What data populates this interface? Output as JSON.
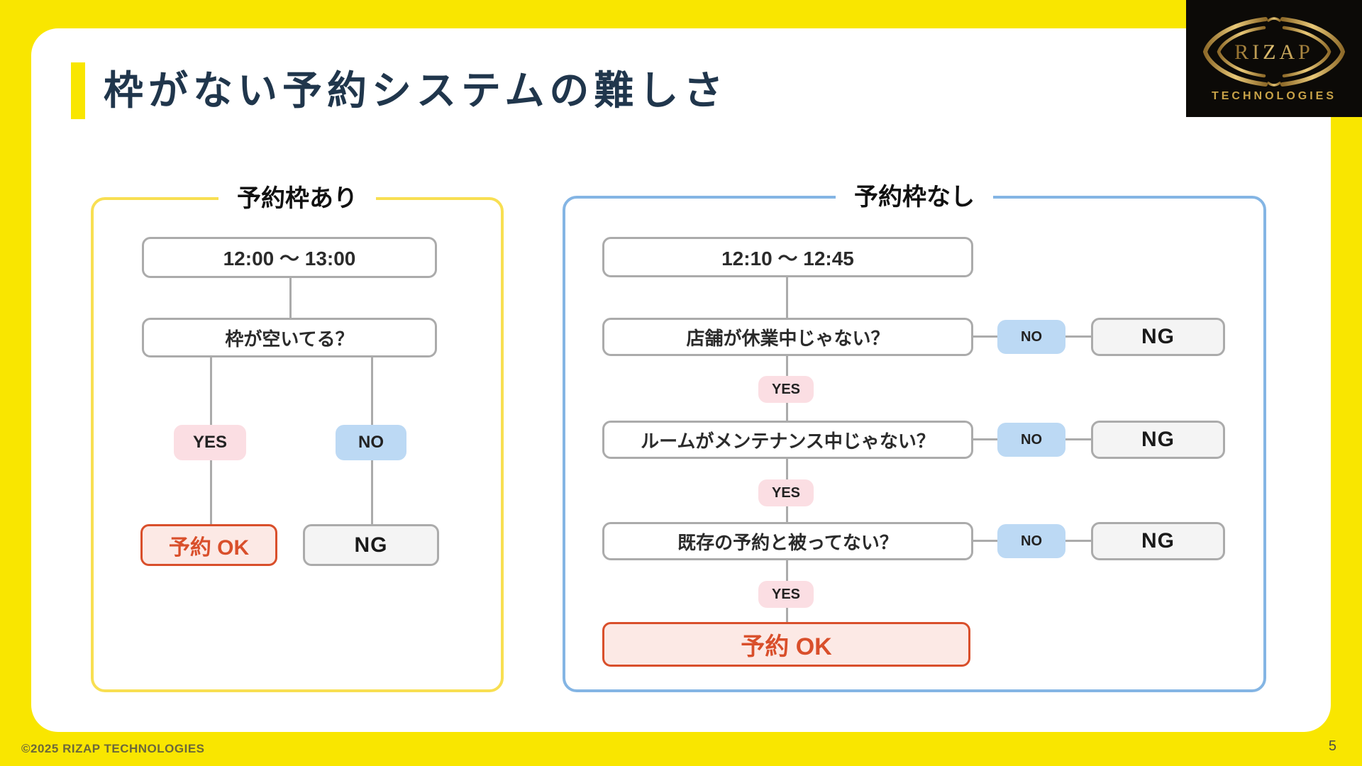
{
  "header": {
    "title": "枠がない予約システムの難しさ"
  },
  "logo": {
    "brand": "RIZAP",
    "sub": "TECHNOLOGIES"
  },
  "left_panel": {
    "title": "予約枠あり",
    "time": "12:00 〜 13:00",
    "question": "枠が空いてる？",
    "yes": "YES",
    "no": "NO",
    "ok": "予約 OK",
    "ng": "NG"
  },
  "right_panel": {
    "title": "予約枠なし",
    "time": "12:10 〜 12:45",
    "rows": [
      {
        "question": "店舗が休業中じゃない？",
        "no": "NO",
        "ng": "NG",
        "yes": "YES"
      },
      {
        "question": "ルームがメンテナンス中じゃない？",
        "no": "NO",
        "ng": "NG",
        "yes": "YES"
      },
      {
        "question": "既存の予約と被ってない？",
        "no": "NO",
        "ng": "NG",
        "yes": "YES"
      }
    ],
    "ok": "予約 OK"
  },
  "footer": {
    "copyright": "©2025 RIZAP TECHNOLOGIES",
    "page": "5"
  },
  "colors": {
    "frame_yellow": "#F9E600",
    "title_navy": "#20364C",
    "panel_yellow_border": "#F8DF52",
    "panel_blue_border": "#84B5E4",
    "line_gray": "#ABABAB",
    "yes_pink": "#FBDEE3",
    "no_blue": "#BCD9F4",
    "ok_red": "#D94F2B",
    "ok_fill": "#FCE9E5",
    "ng_fill": "#F4F4F4",
    "logo_gold": "#C9A348"
  }
}
